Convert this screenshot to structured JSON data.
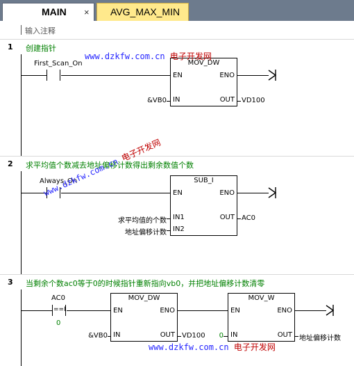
{
  "tabs": [
    {
      "label": "MAIN",
      "close": "×"
    },
    {
      "label": "AVG_MAX_MIN"
    }
  ],
  "comment_placeholder": "输入注释",
  "rungs": [
    {
      "number": "1",
      "title": "创建指针",
      "contact_label": "First_Scan_On",
      "box": {
        "type": "MOV_DW",
        "en": "EN",
        "eno": "ENO",
        "in": "IN",
        "out": "OUT"
      },
      "in_operand": "&VB0",
      "out_operand": "VD100"
    },
    {
      "number": "2",
      "title": "求平均值个数减去地址偏移计数得出剩余数值个数",
      "contact_label": "Always_On",
      "box": {
        "type": "SUB_I",
        "en": "EN",
        "eno": "ENO",
        "in1": "IN1",
        "in2": "IN2",
        "out": "OUT"
      },
      "in1_operand": "求平均值的个数",
      "in2_operand": "地址偏移计数",
      "out_operand": "AC0"
    },
    {
      "number": "3",
      "title": "当剩余个数ac0等于0的时候指针重新指向vb0，并把地址偏移计数清零",
      "compare_label": "AC0",
      "compare_op": "==I",
      "compare_value": "0",
      "box1": {
        "type": "MOV_DW",
        "en": "EN",
        "eno": "ENO",
        "in": "IN",
        "out": "OUT"
      },
      "box1_in": "&VB0",
      "box1_out": "VD100",
      "box2": {
        "type": "MOV_W",
        "en": "EN",
        "eno": "ENO",
        "in": "IN",
        "out": "OUT"
      },
      "box2_in": "0",
      "box2_out": "地址偏移计数"
    }
  ],
  "watermarks": {
    "url": "www.dzkfw.com.cn",
    "cn": "电子开发网"
  }
}
